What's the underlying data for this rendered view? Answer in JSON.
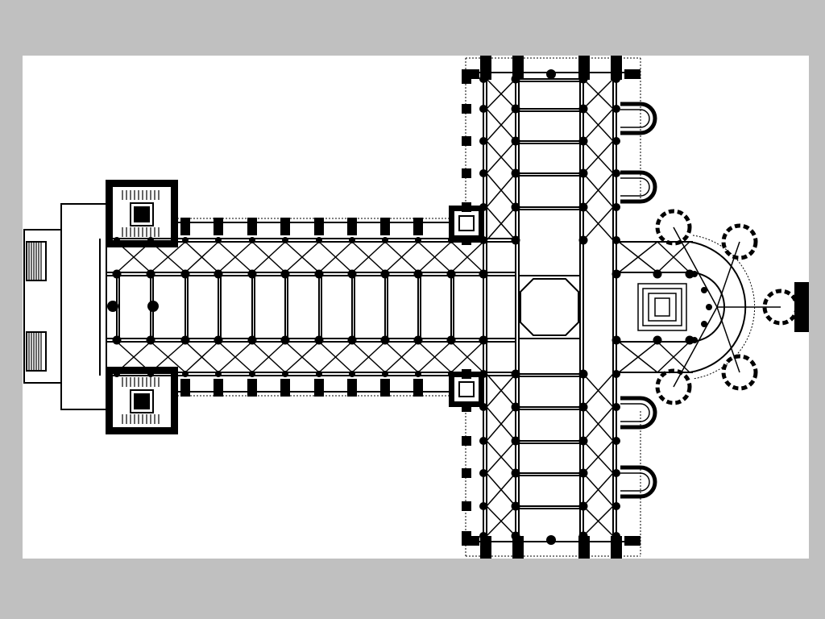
{
  "viewer": {
    "background_color": "#c0c0c0",
    "canvas_color": "#ffffff",
    "ink_color": "#000000"
  },
  "plan": {
    "subject": "cathedral-floor-plan",
    "nave_bays": 10,
    "transept_bays_each_arm": 5,
    "apse_chapels": 5,
    "side_chapels_per_transept_arm": 2
  }
}
